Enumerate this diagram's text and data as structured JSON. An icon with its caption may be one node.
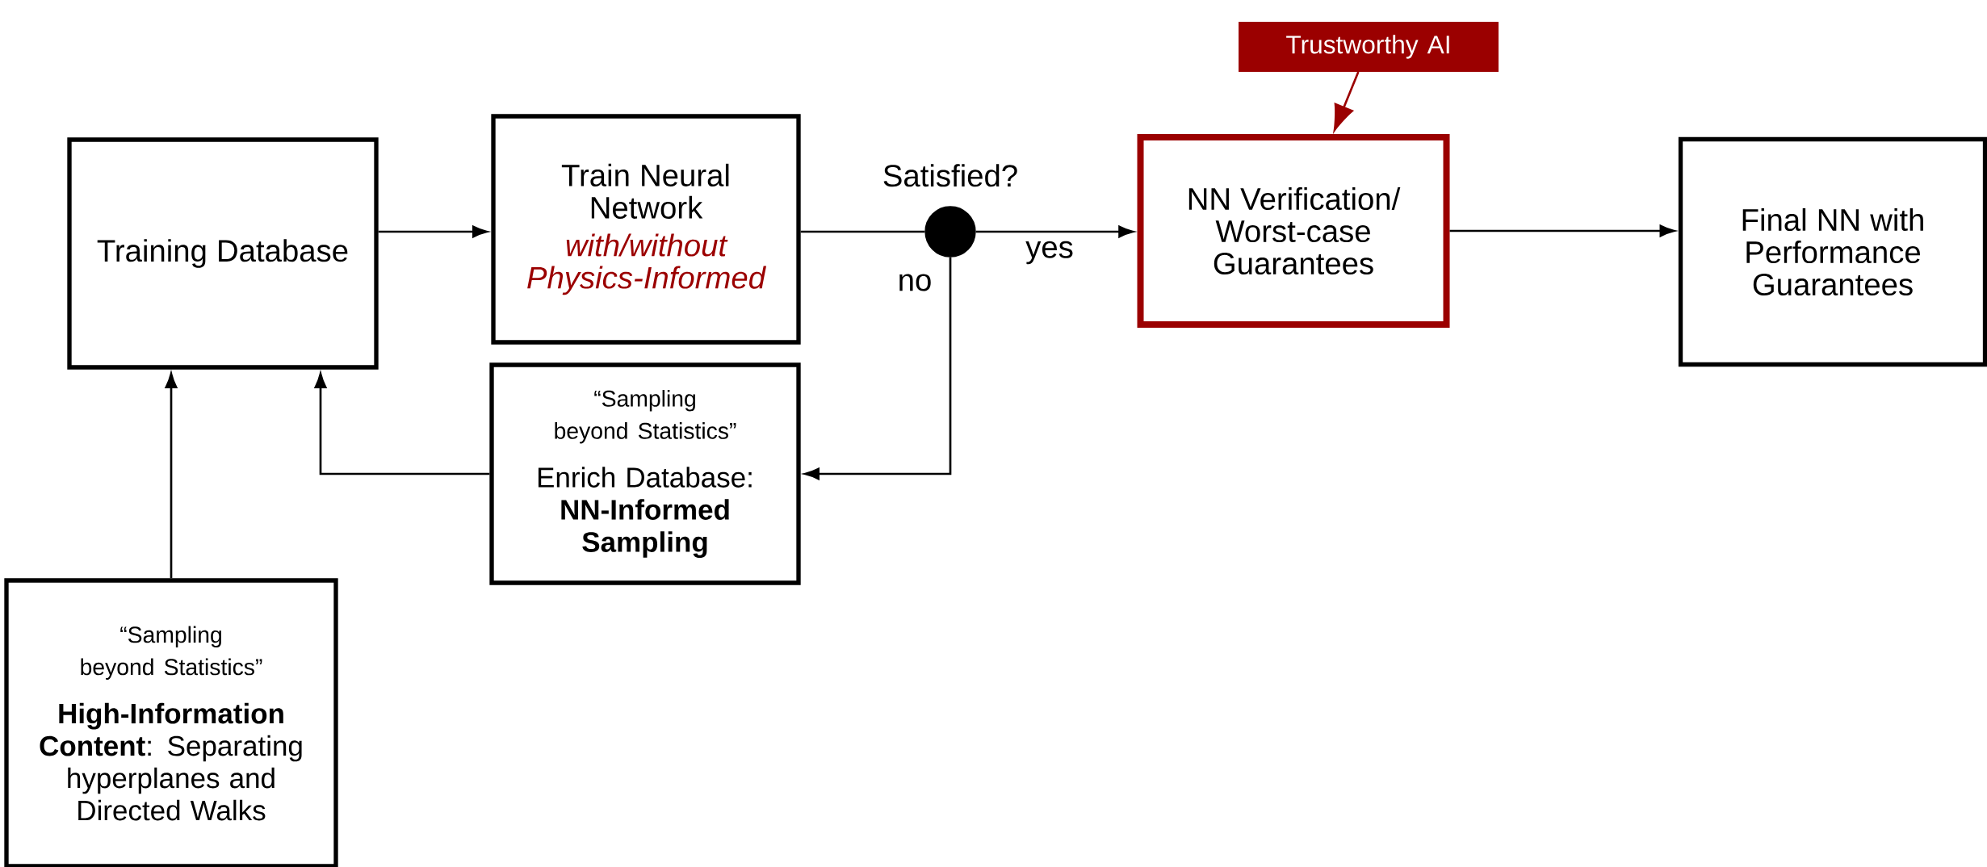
{
  "diagram": {
    "nodes": [
      {
        "text": [
          "Training Database"
        ]
      },
      {
        "text": [
          "Train Neural Network",
          "with/without Physics-Informed"
        ]
      },
      {
        "text": [],
        "shape": "circle",
        "beside": [
          "Satisfied?"
        ]
      },
      {
        "text": [
          "NN Verification/ Worst-case Guarantees"
        ]
      },
      {
        "text": [
          "Final NN with Performance Guarantees"
        ]
      },
      {
        "text": [
          "Trustworthy AI"
        ]
      },
      {
        "text": [
          "“Sampling beyond Statistics”",
          "Enrich Database: **NN-Informed Sampling**"
        ]
      },
      {
        "text": [
          "“Sampling beyond Statistics”",
          "**High-Information Content**: Separating hyperplanes and Directed Walks"
        ]
      }
    ],
    "edges": [
      {
        "from": 0,
        "to": 1,
        "arrow": "to"
      },
      {
        "from": 1,
        "to": 2,
        "arrow": "none"
      },
      {
        "from": 2,
        "to": 3,
        "arrow": "to",
        "label": "yes"
      },
      {
        "from": 3,
        "to": 4,
        "arrow": "to"
      },
      {
        "from": 5,
        "to": 3,
        "arrow": "to",
        "color": "#9b0000"
      },
      {
        "from": 2,
        "to": 6,
        "arrow": "to",
        "label": "no"
      },
      {
        "from": 6,
        "to": 0,
        "arrow": "to"
      },
      {
        "from": 7,
        "to": 0,
        "arrow": "to"
      }
    ]
  }
}
